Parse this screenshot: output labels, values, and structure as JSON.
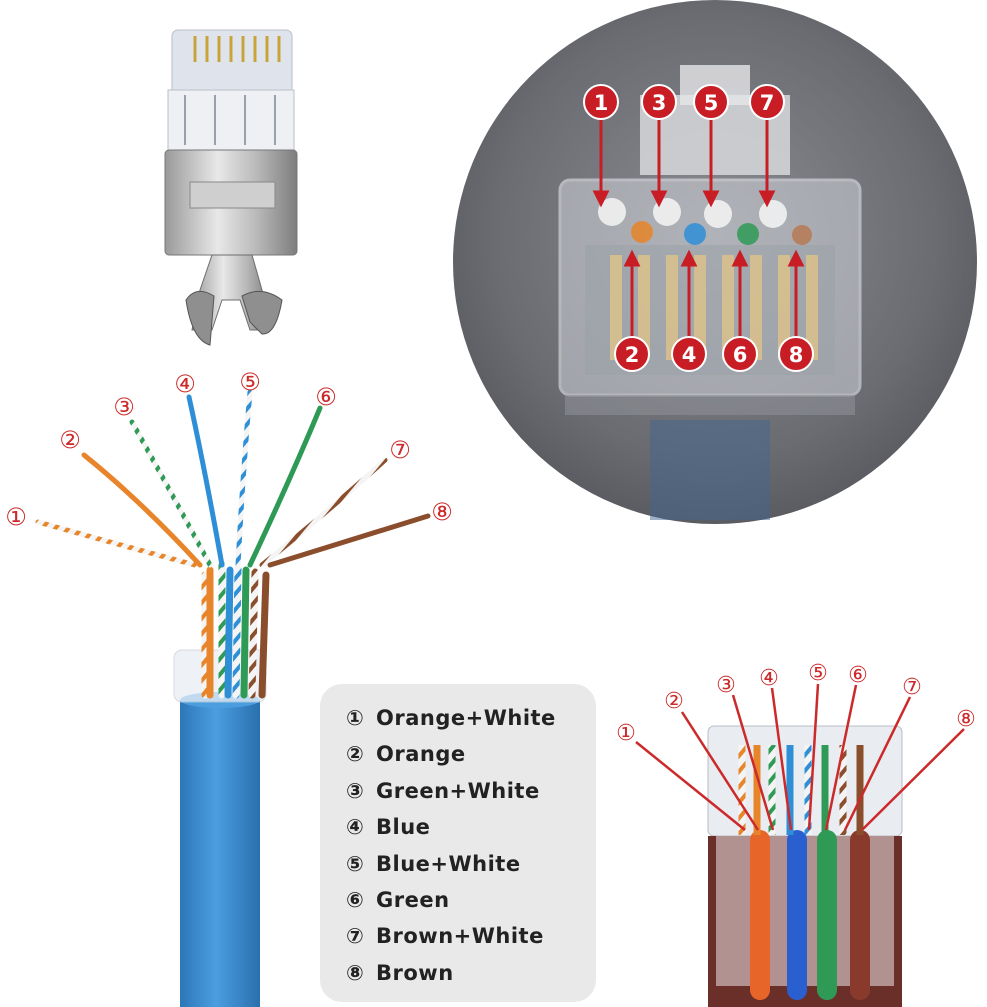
{
  "legend": {
    "items": [
      {
        "marker": "①",
        "label": "Orange+White"
      },
      {
        "marker": "②",
        "label": "Orange"
      },
      {
        "marker": "③",
        "label": "Green+White"
      },
      {
        "marker": "④",
        "label": "Blue"
      },
      {
        "marker": "⑤",
        "label": "Blue+White"
      },
      {
        "marker": "⑥",
        "label": "Green"
      },
      {
        "marker": "⑦",
        "label": "Brown+White"
      },
      {
        "marker": "⑧",
        "label": "Brown"
      }
    ]
  },
  "cable_callouts": [
    "①",
    "②",
    "③",
    "④",
    "⑤",
    "⑥",
    "⑦",
    "⑧"
  ],
  "plug_badges": [
    "1",
    "3",
    "5",
    "7",
    "2",
    "4",
    "6",
    "8"
  ],
  "crimp_callouts": [
    "①",
    "②",
    "③",
    "④",
    "⑤",
    "⑥",
    "⑦",
    "⑧"
  ],
  "colors": {
    "orange": "#e8852a",
    "green": "#2f9a55",
    "blue": "#2f8fd6",
    "brown": "#8a4e2c",
    "white_stripe": "#f2f2f2",
    "cable_jacket": "#3d8fd3",
    "badge_red": "#c81d25",
    "callout_red": "#cc2a2a",
    "legend_bg": "#e9e9e9",
    "circle_bg": "#6f7177"
  }
}
